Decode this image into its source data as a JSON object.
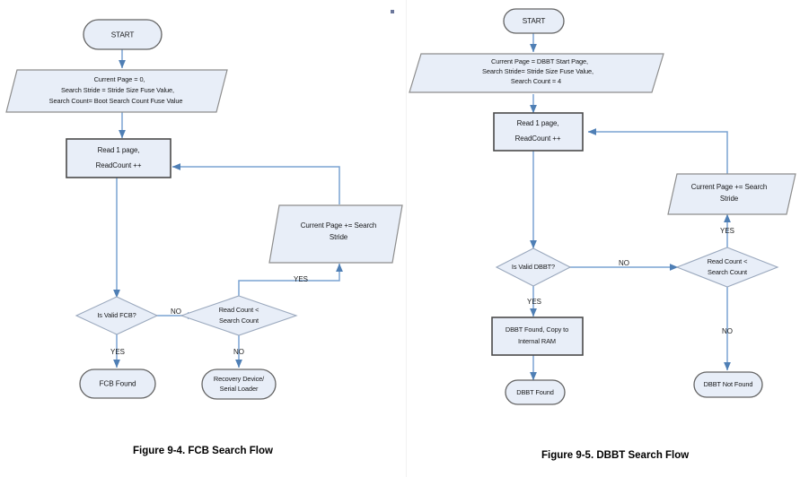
{
  "page": {
    "background": "#ffffff",
    "shape_fill": "#e8eef8",
    "edge_color": "#7aa3d2",
    "text_color": "#17181a"
  },
  "figures": [
    {
      "id": "fcb",
      "caption": "Figure 9-4. FCB Search Flow",
      "nodes": {
        "start": {
          "type": "terminal",
          "text": "START"
        },
        "init": {
          "type": "data",
          "lines": [
            "Current Page = 0,",
            "Search Stride = Stride Size Fuse Value,",
            "Search Count= Boot Search Count Fuse Value"
          ]
        },
        "read": {
          "type": "process",
          "lines": [
            "Read 1 page,",
            "ReadCount ++"
          ]
        },
        "stride": {
          "type": "data",
          "lines": [
            "Current Page += Search",
            "Stride"
          ]
        },
        "is_valid": {
          "type": "decision",
          "lines": [
            "Is Valid FCB?"
          ]
        },
        "read_count": {
          "type": "decision",
          "lines": [
            "Read Count <",
            "Search Count"
          ]
        },
        "found": {
          "type": "terminal",
          "lines": [
            "FCB Found"
          ]
        },
        "recovery": {
          "type": "terminal",
          "lines": [
            "Recovery Device/",
            "Serial Loader"
          ]
        }
      },
      "edge_labels": {
        "valid_no": "NO",
        "valid_yes": "YES",
        "count_yes": "YES",
        "count_no": "NO"
      }
    },
    {
      "id": "dbbt",
      "caption": "Figure 9-5. DBBT Search Flow",
      "nodes": {
        "start": {
          "type": "terminal",
          "text": "START"
        },
        "init": {
          "type": "data",
          "lines": [
            "Current Page = DBBT Start Page,",
            "Search Stride= Stride Size Fuse Value,",
            "Search Count = 4"
          ]
        },
        "read": {
          "type": "process",
          "lines": [
            "Read 1 page,",
            "ReadCount ++"
          ]
        },
        "stride": {
          "type": "data",
          "lines": [
            "Current Page += Search",
            "Stride"
          ]
        },
        "is_valid": {
          "type": "decision",
          "lines": [
            "Is Valid DBBT?"
          ]
        },
        "read_count": {
          "type": "decision",
          "lines": [
            "Read Count <",
            "Search Count"
          ]
        },
        "copy": {
          "type": "process",
          "lines": [
            "DBBT Found, Copy to",
            "Internal RAM"
          ]
        },
        "found": {
          "type": "terminal",
          "lines": [
            "DBBT Found"
          ]
        },
        "not_found": {
          "type": "terminal",
          "lines": [
            "DBBT Not Found"
          ]
        }
      },
      "edge_labels": {
        "valid_no": "NO",
        "valid_yes": "YES",
        "count_yes": "YES",
        "count_no": "NO"
      }
    }
  ]
}
